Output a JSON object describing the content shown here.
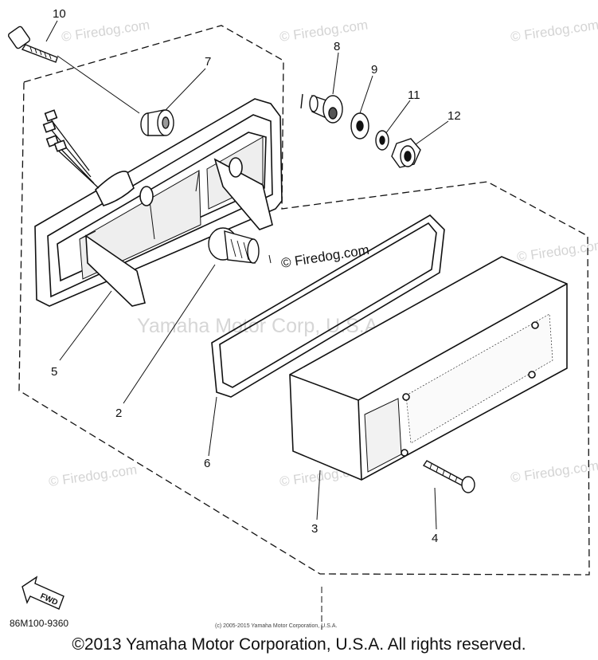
{
  "diagram": {
    "callouts": [
      "10",
      "7",
      "8",
      "9",
      "11",
      "12",
      "5",
      "2",
      "6",
      "3",
      "4"
    ],
    "part_code": "86M100-9360",
    "arrow_label": "FWD",
    "watermark_brand": "© Firedog.com",
    "watermark_center": "Yamaha Motor Corp, U.S.A.",
    "small_copyright": "(c) 2005-2015 Yamaha Motor Corporation, U.S.A."
  },
  "footer": {
    "copyright": "©2013 Yamaha Motor Corporation, U.S.A. All rights reserved."
  }
}
